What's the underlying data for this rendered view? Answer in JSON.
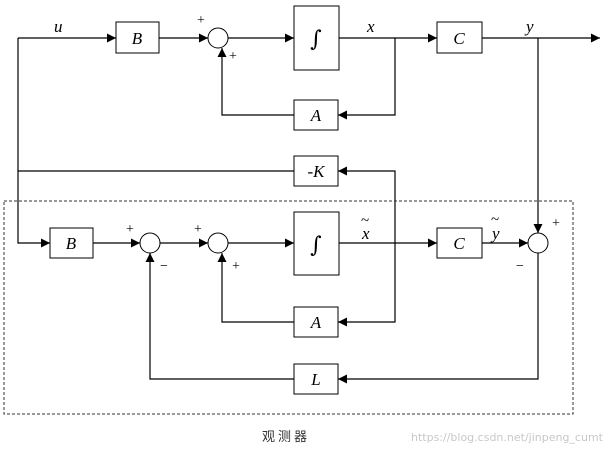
{
  "plant": {
    "input_label": "u",
    "gain_b": "B",
    "integrator": "∫",
    "state_label": "x",
    "gain_c": "C",
    "output_label": "y",
    "gain_a": "A",
    "sum_signs": [
      "+",
      "+"
    ]
  },
  "feedback": {
    "gain_k": "-K"
  },
  "observer": {
    "gain_b": "B",
    "sum1_signs": [
      "+",
      "−"
    ],
    "sum2_signs": [
      "+",
      "+"
    ],
    "integrator": "∫",
    "state_label": "x",
    "tilde": "~",
    "gain_c": "C",
    "output_label": "y",
    "gain_a": "A",
    "err_signs": [
      "+",
      "−"
    ],
    "gain_l": "L",
    "caption": "观测器"
  },
  "watermark": "https://blog.csdn.net/jinpeng_cumt"
}
